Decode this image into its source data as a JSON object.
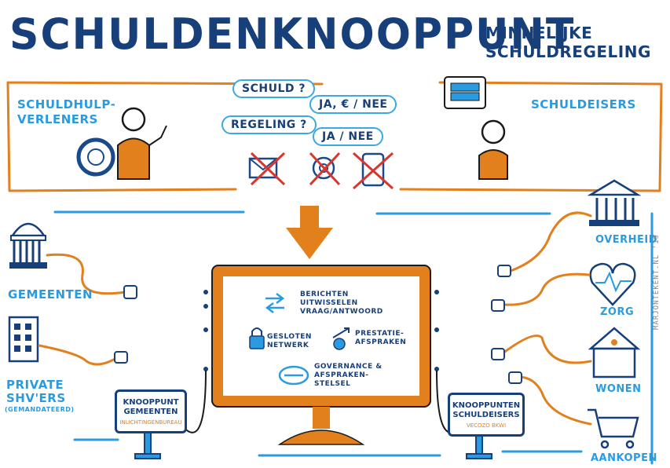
{
  "header": {
    "title": "SCHULDENKNOOPPUNT",
    "subtitle_line1": "MINNELIJKE",
    "subtitle_line2": "SCHULDREGELING"
  },
  "top_panel": {
    "left_label_line1": "SCHULDHULP-",
    "left_label_line2": "VERLENERS",
    "right_label": "SCHULDEISERS",
    "bubbles": {
      "q1": "SCHULD ?",
      "a1": "JA, € / NEE",
      "q2": "REGELING ?",
      "a2": "JA / NEE"
    },
    "crossed_icons": [
      "envelope-icon",
      "at-sign-icon",
      "phone-icon"
    ]
  },
  "left_side": {
    "gemeenten": "GEMEENTEN",
    "private_line1": "PRIVATE",
    "private_line2": "SHV'ERS",
    "private_note": "(GEMANDATEERD)"
  },
  "right_side": {
    "overheid": "OVERHEID",
    "zorg": "ZORG",
    "wonen": "WONEN",
    "aankopen": "AANKOPEN"
  },
  "screen": {
    "item1_line1": "BERICHTEN",
    "item1_line2": "UITWISSELEN",
    "item1_line3": "VRAAG/ANTWOORD",
    "item2_line1": "GESLOTEN",
    "item2_line2": "NETWERK",
    "item3_line1": "PRESTATIE-",
    "item3_line2": "AFSPRAKEN",
    "item4_line1": "GOVERNANCE &",
    "item4_line2": "AFSPRAKEN-",
    "item4_line3": "STELSEL"
  },
  "knooppunt_left": {
    "title_line1": "KNOOPPUNT",
    "title_line2": "GEMEENTEN",
    "sub": "INLICHTINGENBUREAU"
  },
  "knooppunt_right": {
    "title_line1": "KNOOPPUNTEN",
    "title_line2": "SCHULDEISERS",
    "sub": "VECOZO  BKWI"
  },
  "credit": "MARJONTEKENT.NL '19",
  "colors": {
    "navy": "#173f7a",
    "blue": "#2a9be0",
    "orange": "#e3801e",
    "red": "#d7372f"
  }
}
